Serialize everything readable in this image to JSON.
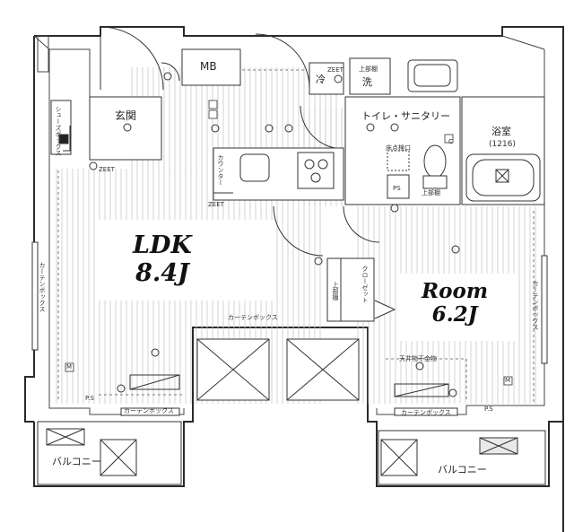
{
  "rooms": {
    "ldk_name": "LDK",
    "ldk_size": "8.4J",
    "room_name": "Room",
    "room_size": "6.2J",
    "entrance": "玄関",
    "mb": "MB",
    "toilet_sanitary": "トイレ・サニタリー",
    "bath": "浴室",
    "bath_size": "(1216)",
    "balcony_left": "バルコニー",
    "balcony_right": "バルコニー"
  },
  "fixtures": {
    "fridge": "冷",
    "washer": "洗",
    "shoe_box": "シューズボックス",
    "counter": "カウンター",
    "closet": "クローゼット",
    "upper_shelf": "上部棚",
    "upper_cabinet": "上部棚",
    "curtain_box": "カーテンボックス",
    "ceiling_hardware": "天井物干金物",
    "floor_inspection": "床点検口",
    "ps": "PS",
    "ps_short": "P.S",
    "m_mark": "M",
    "c_mark": "C",
    "zeet": "ZEET"
  },
  "colors": {
    "line": "#333333",
    "wall": "#2a2a2a",
    "hatch": "#bbbbbb"
  }
}
